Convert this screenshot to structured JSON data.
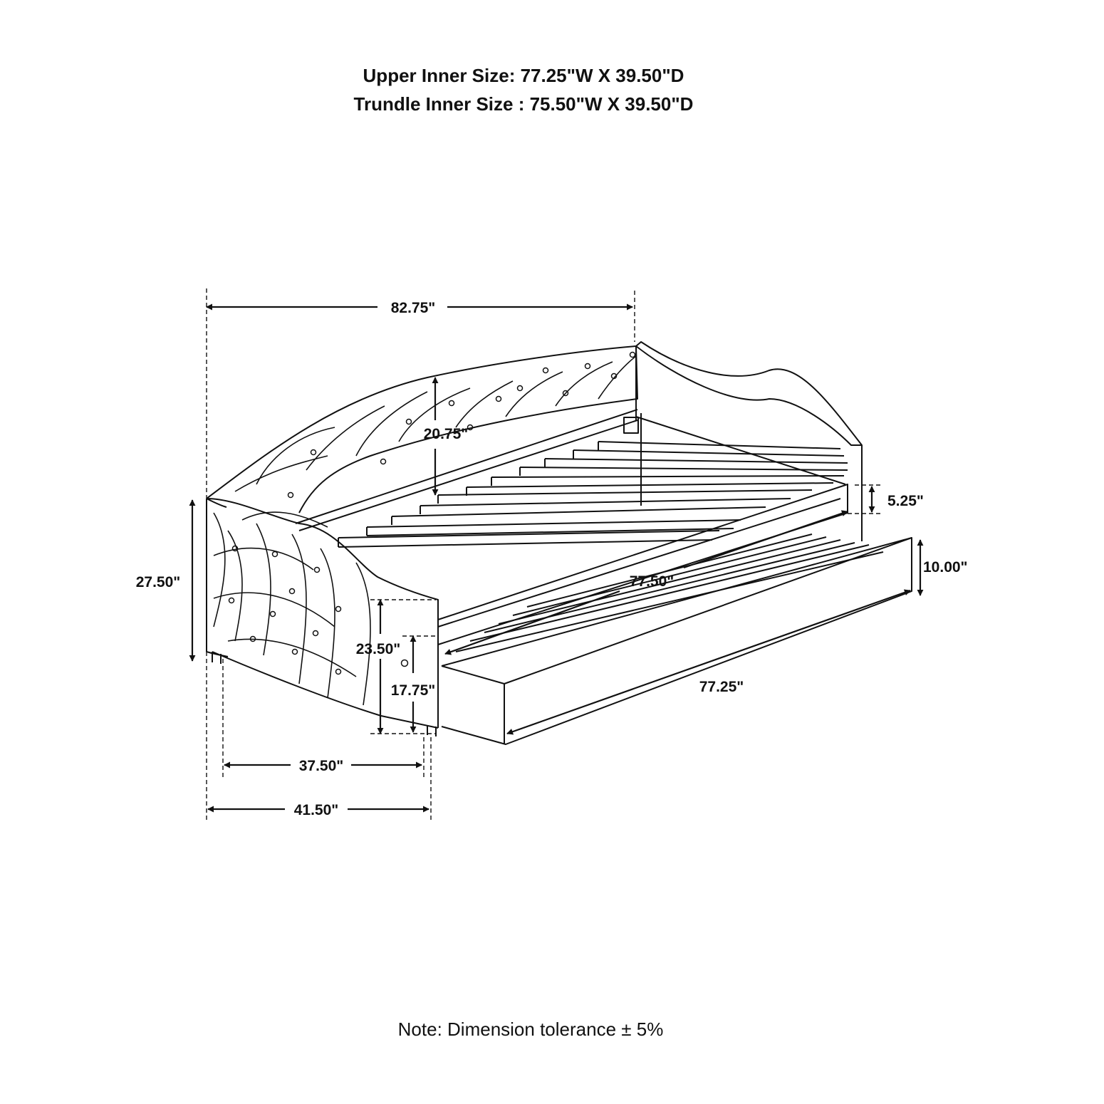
{
  "header": {
    "upper_inner_size": "Upper Inner Size: 77.25\"W X 39.50\"D",
    "trundle_inner_size": "Trundle Inner Size : 75.50\"W X 39.50\"D"
  },
  "dimensions": {
    "overall_width": "82.75\"",
    "back_height": "20.75\"",
    "overall_height": "27.50\"",
    "arm_height": "23.50\"",
    "seat_height": "17.75\"",
    "inner_depth": "37.50\"",
    "overall_depth": "41.50\"",
    "upper_length": "77.50\"",
    "trundle_length": "77.25\"",
    "rail_height": "5.25\"",
    "trundle_height": "10.00\""
  },
  "note": "Note: Dimension tolerance ± 5%"
}
